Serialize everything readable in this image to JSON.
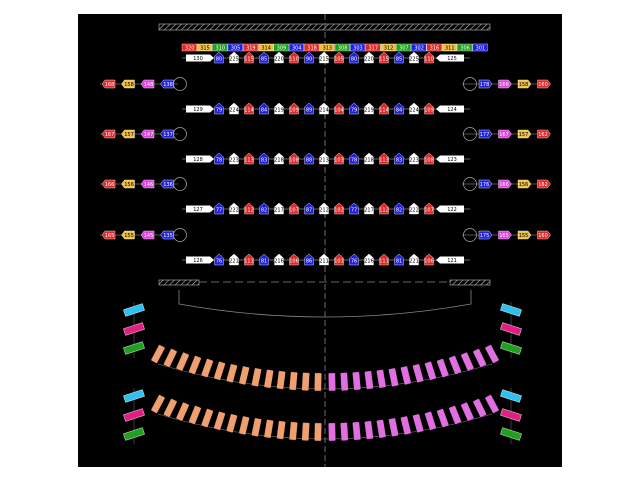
{
  "colors": {
    "background": "#000000",
    "page": "#ffffff",
    "blue": "#2020e0",
    "red": "#e02828",
    "white": "#ffffff",
    "orange": "#f05a28",
    "yellow": "#f0c040",
    "magenta": "#e040e0",
    "green": "#20a020",
    "cyan": "#30c0f0",
    "pink": "#e02080",
    "peach": "#f0a070",
    "lilac": "#e070e0",
    "line": "#cccccc"
  },
  "top_strip": {
    "labels": [
      "320",
      "315",
      "310",
      "305",
      "319",
      "314",
      "309",
      "304",
      "318",
      "313",
      "308",
      "303",
      "317",
      "312",
      "307",
      "302",
      "316",
      "311",
      "306",
      "301"
    ],
    "colors": [
      "#e02828",
      "#f0c040",
      "#20a020",
      "#2020e0",
      "#e02828",
      "#f0c040",
      "#20a020",
      "#2020e0",
      "#e02828",
      "#f0c040",
      "#20a020",
      "#2020e0",
      "#e02828",
      "#f0c040",
      "#20a020",
      "#2020e0",
      "#e02828",
      "#f0c040",
      "#20a020",
      "#2020e0"
    ]
  },
  "rows": [
    {
      "left_end": "130",
      "right_end": "125",
      "seats": [
        "80",
        "225",
        "115",
        "85",
        "220",
        "110",
        "90",
        "215",
        "105",
        "80",
        "220",
        "115",
        "85",
        "225",
        "110"
      ]
    },
    {
      "left_end": "129",
      "right_end": "124",
      "seats": [
        "79",
        "224",
        "114",
        "84",
        "219",
        "109",
        "89",
        "214",
        "104",
        "79",
        "219",
        "114",
        "84",
        "224",
        "109"
      ]
    },
    {
      "left_end": "128",
      "right_end": "123",
      "seats": [
        "78",
        "223",
        "113",
        "83",
        "218",
        "108",
        "88",
        "213",
        "103",
        "78",
        "218",
        "113",
        "83",
        "223",
        "108"
      ]
    },
    {
      "left_end": "127",
      "right_end": "122",
      "seats": [
        "77",
        "222",
        "112",
        "82",
        "217",
        "107",
        "87",
        "212",
        "102",
        "77",
        "217",
        "112",
        "82",
        "222",
        "107"
      ]
    },
    {
      "left_end": "126",
      "right_end": "121",
      "seats": [
        "76",
        "221",
        "111",
        "81",
        "216",
        "106",
        "86",
        "211",
        "101",
        "76",
        "216",
        "111",
        "81",
        "221",
        "106"
      ]
    }
  ],
  "left_groups": [
    [
      "168",
      "158",
      "148",
      "138"
    ],
    [
      "167",
      "157",
      "147",
      "137"
    ],
    [
      "166",
      "156",
      "146",
      "136"
    ],
    [
      "165",
      "155",
      "145",
      "135"
    ]
  ],
  "right_groups": [
    [
      "178",
      "168",
      "158",
      "160"
    ],
    [
      "177",
      "167",
      "157",
      "162"
    ],
    [
      "176",
      "166",
      "156",
      "162"
    ],
    [
      "175",
      "165",
      "155",
      "160"
    ]
  ],
  "side_stacks": {
    "left_upper": [
      "",
      "",
      ""
    ],
    "left_lower": [
      "",
      "",
      ""
    ],
    "right_upper": [
      "",
      "",
      ""
    ],
    "right_lower": [
      "",
      "",
      ""
    ]
  }
}
